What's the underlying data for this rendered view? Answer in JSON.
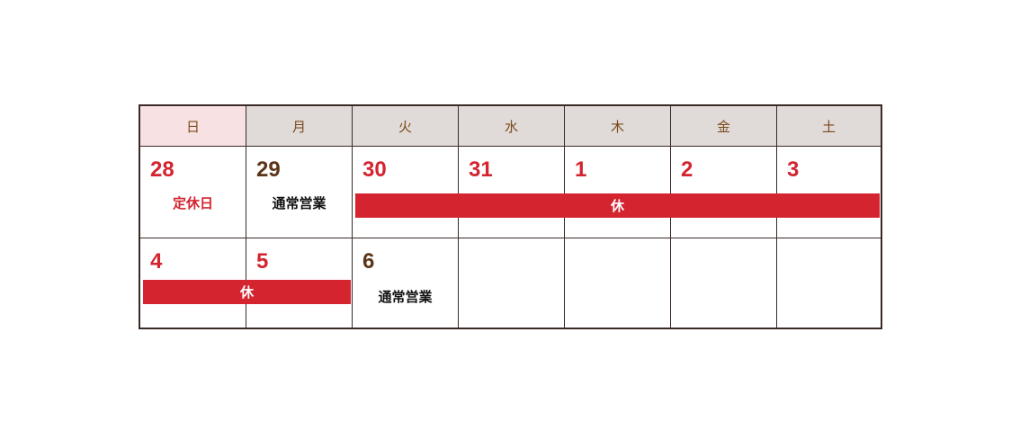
{
  "calendar": {
    "weekdays": [
      "日",
      "月",
      "火",
      "水",
      "木",
      "金",
      "土"
    ],
    "weeks": [
      {
        "days": [
          {
            "date": "28",
            "color": "red",
            "note": "定休日",
            "note_color": "red"
          },
          {
            "date": "29",
            "color": "brown",
            "note": "通常営業",
            "note_color": "black"
          },
          {
            "date": "30",
            "color": "red"
          },
          {
            "date": "31",
            "color": "red"
          },
          {
            "date": "1",
            "color": "red"
          },
          {
            "date": "2",
            "color": "red"
          },
          {
            "date": "3",
            "color": "red"
          }
        ],
        "bar": {
          "label": "休",
          "from_col": 2,
          "to_col": 6
        }
      },
      {
        "days": [
          {
            "date": "4",
            "color": "red"
          },
          {
            "date": "5",
            "color": "red"
          },
          {
            "date": "6",
            "color": "brown",
            "note": "通常営業",
            "note_color": "black"
          },
          {
            "date": ""
          },
          {
            "date": ""
          },
          {
            "date": ""
          },
          {
            "date": ""
          }
        ],
        "bar": {
          "label": "休",
          "from_col": 0,
          "to_col": 1
        }
      }
    ],
    "colors": {
      "closed": "#d3242f",
      "open_date": "#5c3418",
      "header_bg": "#e0dad8",
      "sunday_header_bg": "#f8e1e2",
      "border": "#3a2a26"
    }
  }
}
